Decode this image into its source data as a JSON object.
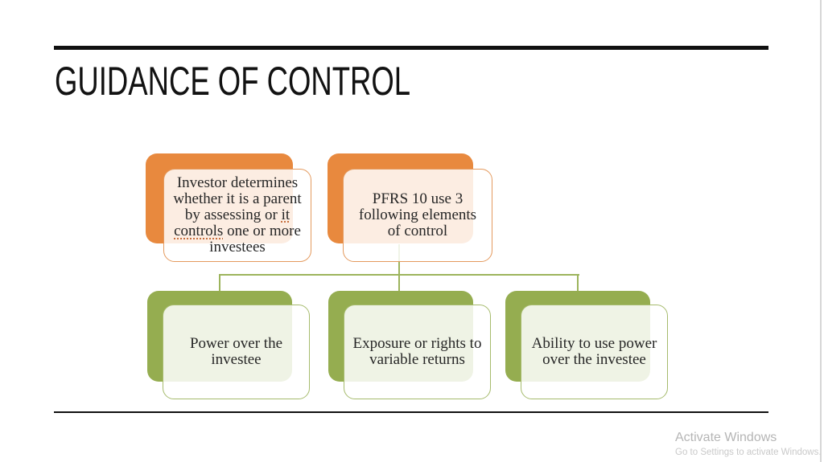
{
  "slide": {
    "title": "GUIDANCE OF CONTROL",
    "diagram": {
      "parents": [
        {
          "id": "investor",
          "segments": [
            {
              "text": "Investor determines\nwhether it is a parent\nby assessing or "
            },
            {
              "text": "it",
              "underline": true
            },
            {
              "text": "\n"
            },
            {
              "text": "controls",
              "underline": true
            },
            {
              "text": " one or more\ninvestees"
            }
          ]
        },
        {
          "id": "pfrs",
          "text": "PFRS 10 use 3\nfollowing elements\nof control"
        }
      ],
      "children": [
        {
          "id": "power",
          "text": "Power over the\ninvestee"
        },
        {
          "id": "exposure",
          "text": "Exposure or rights to\nvariable returns"
        },
        {
          "id": "ability",
          "text": "Ability to use power\nover the investee"
        }
      ]
    },
    "colors": {
      "accent_orange": "#e8893e",
      "orange_front_border": "#e49a5e",
      "accent_green": "#95ad50",
      "green_front_border": "#a6bb6d",
      "connector": "#9cb45c",
      "title_text": "#121212",
      "body_text": "#262626",
      "rule": "#101010",
      "spellcheck": "#c86f3f",
      "watermark_primary": "#b5b5b5",
      "watermark_secondary": "#c9c9c9"
    }
  },
  "watermark": {
    "line1": "Activate Windows",
    "line2": "Go to Settings to activate Windows."
  }
}
